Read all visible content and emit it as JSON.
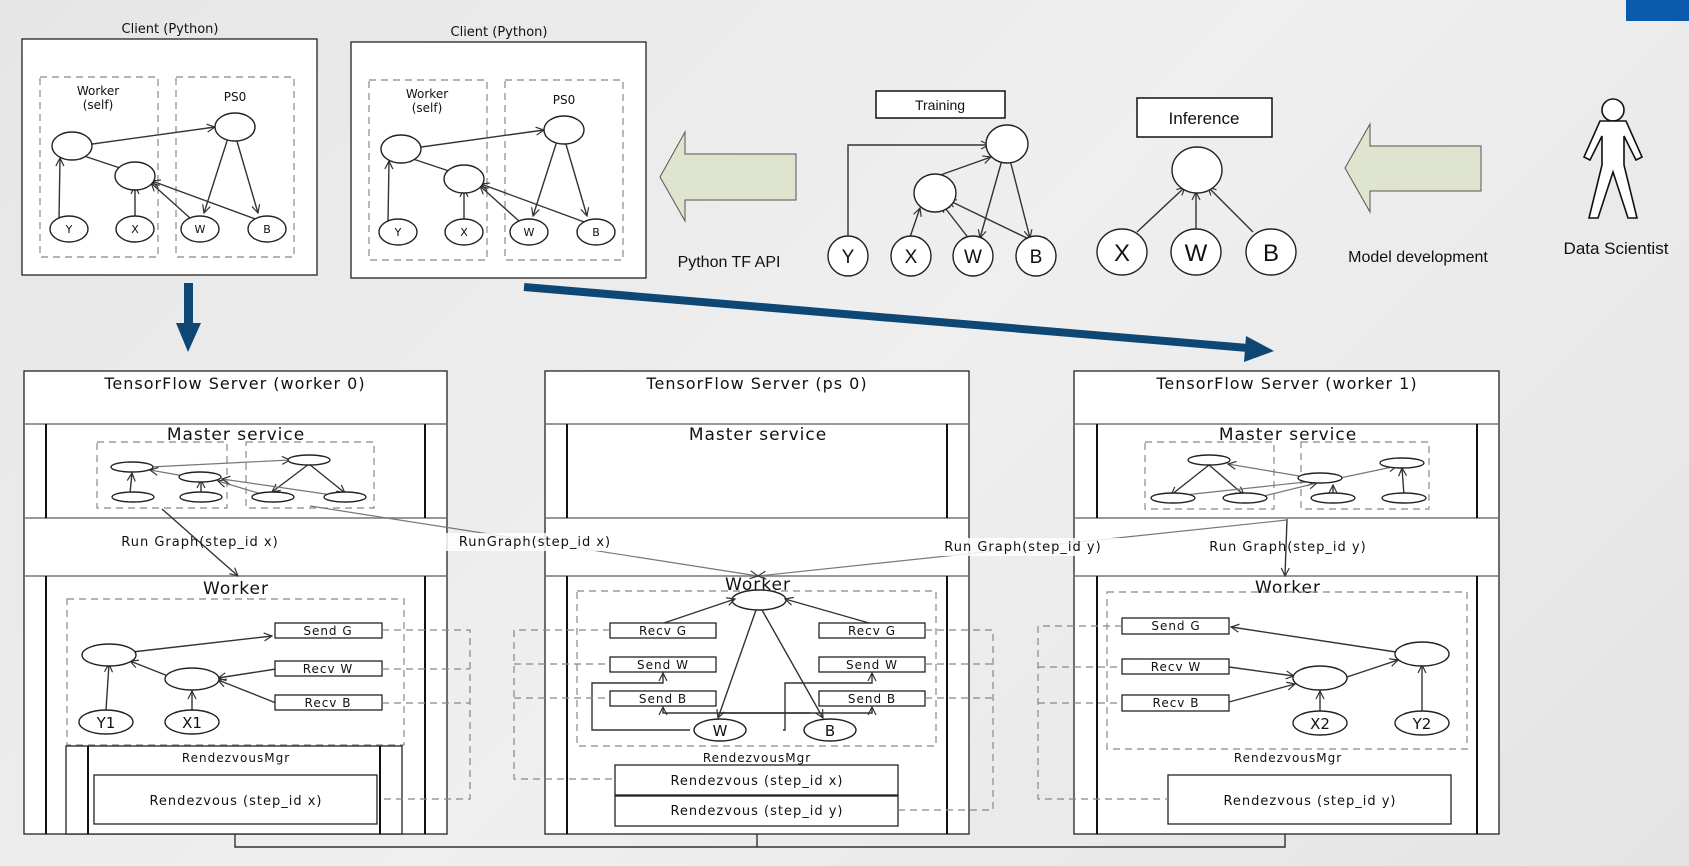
{
  "corner_accent_color": "#0a5aae",
  "arrow_color": "#0f4774",
  "big_arrow_fill": "#dfe4cf",
  "clients": [
    {
      "title": "Client (Python)",
      "worker_label_1": "Worker",
      "worker_label_2": "(self)",
      "ps_label": "PS0",
      "nodes": [
        "Y",
        "X",
        "W",
        "B"
      ]
    },
    {
      "title": "Client (Python)",
      "worker_label_1": "Worker",
      "worker_label_2": "(self)",
      "ps_label": "PS0",
      "nodes": [
        "Y",
        "X",
        "W",
        "B"
      ]
    }
  ],
  "api_label": "Python TF API",
  "training": {
    "title": "Training",
    "nodes": [
      "Y",
      "X",
      "W",
      "B"
    ]
  },
  "inference": {
    "title": "Inference",
    "nodes": [
      "X",
      "W",
      "B"
    ]
  },
  "model_dev_label": "Model development",
  "actor_label": "Data Scientist",
  "servers": [
    {
      "title": "TensorFlow Server (worker 0)",
      "master": "Master service",
      "rungraph": "Run Graph(step_id x)",
      "worker": "Worker",
      "ops": [
        "Send G",
        "Recv W",
        "Recv B"
      ],
      "inputs": [
        "Y1",
        "X1"
      ],
      "rendezvous_mgr": "RendezvousMgr",
      "rendezvous": [
        "Rendezvous (step_id x)"
      ]
    },
    {
      "title": "TensorFlow Server (ps 0)",
      "master": "Master service",
      "rungraph": "RunGraph(step_id x)",
      "worker": "Worker",
      "ops_left": [
        "Recv G",
        "Send W",
        "Send B"
      ],
      "ops_right": [
        "Recv G",
        "Send W",
        "Send B"
      ],
      "vars": [
        "W",
        "B"
      ],
      "rendezvous_mgr": "RendezvousMgr",
      "rendezvous": [
        "Rendezvous (step_id x)",
        "Rendezvous (step_id y)"
      ]
    },
    {
      "title": "TensorFlow Server (worker 1)",
      "master": "Master service",
      "rungraph_cross": "Run Graph(step_id y)",
      "rungraph": "Run Graph(step_id y)",
      "worker": "Worker",
      "ops": [
        "Send G",
        "Recv W",
        "Recv B"
      ],
      "inputs": [
        "X2",
        "Y2"
      ],
      "rendezvous_mgr": "RendezvousMgr",
      "rendezvous": [
        "Rendezvous (step_id y)"
      ]
    }
  ]
}
